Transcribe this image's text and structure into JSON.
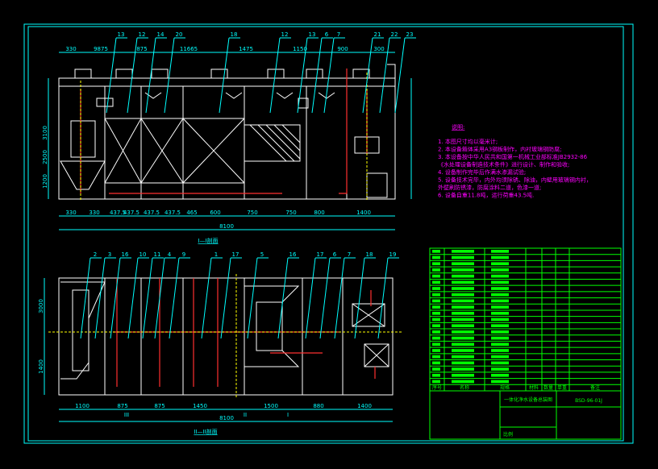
{
  "drawing": {
    "drawing_number": "BSD-96-01J",
    "title": "一体化净水设备总装图",
    "section_elevation": "I—I剖面",
    "section_plan": "II—II剖面",
    "colors": {
      "frame": "#00ffff",
      "outline": "#ffffff",
      "table": "#00ff00",
      "notes": "#ff00ff",
      "pipe": "#ff3030",
      "axis": "#ffff00"
    }
  },
  "elevation": {
    "callouts": [
      "13",
      "12",
      "14",
      "20",
      "18",
      "12",
      "13",
      "6",
      "7",
      "21",
      "22",
      "23"
    ],
    "top_dims": [
      "330",
      "9875",
      "875",
      "11665",
      "1475",
      "1150",
      "900",
      "300"
    ],
    "bottom_dims": [
      "330",
      "330",
      "437.5",
      "437.5",
      "437.5",
      "437.5",
      "465",
      "600",
      "750",
      "750",
      "800",
      "1400"
    ],
    "total_dim": "8100",
    "side_dims": [
      "3100",
      "2500",
      "1200"
    ]
  },
  "plan": {
    "callouts": [
      "2",
      "3",
      "16",
      "10",
      "11",
      "4",
      "9",
      "1",
      "17",
      "5",
      "16",
      "17",
      "6",
      "7",
      "18",
      "19"
    ],
    "bottom_dims": [
      "1100",
      "875",
      "875",
      "1450",
      "1500",
      "880",
      "1400"
    ],
    "total_dim": "8100",
    "side_dims": [
      "3000",
      "1400"
    ],
    "axis_marks": [
      "III",
      "II",
      "I"
    ]
  },
  "notes": {
    "heading": "说明:",
    "lines": [
      "1. 本图尺寸均以毫米计;",
      "2. 本设备箱体采用A3钢板制作，内衬玻璃钢防腐;",
      "3. 本设备按中华人民共和国第一机械工业部标准JB2932-86",
      "   《水处理设备制造技术条件》进行设计、制作和验收;",
      "4. 设备制作完毕后作满水渗漏试验;",
      "5. 设备技术完毕，内外均须除锈、除油，内壁用玻璃钢内衬，",
      "   外壁刷防锈漆，防腐涂料二道，色漆一道;",
      "6. 设备自重11.8吨，运行荷重43.5吨."
    ]
  },
  "parts_table": {
    "headers": [
      "序号",
      "名称",
      "规格",
      "材料",
      "数量",
      "单重",
      "备注"
    ],
    "row_count": 22
  },
  "title_block": {
    "project": "一体化净水设备总装图",
    "label": "比例"
  }
}
